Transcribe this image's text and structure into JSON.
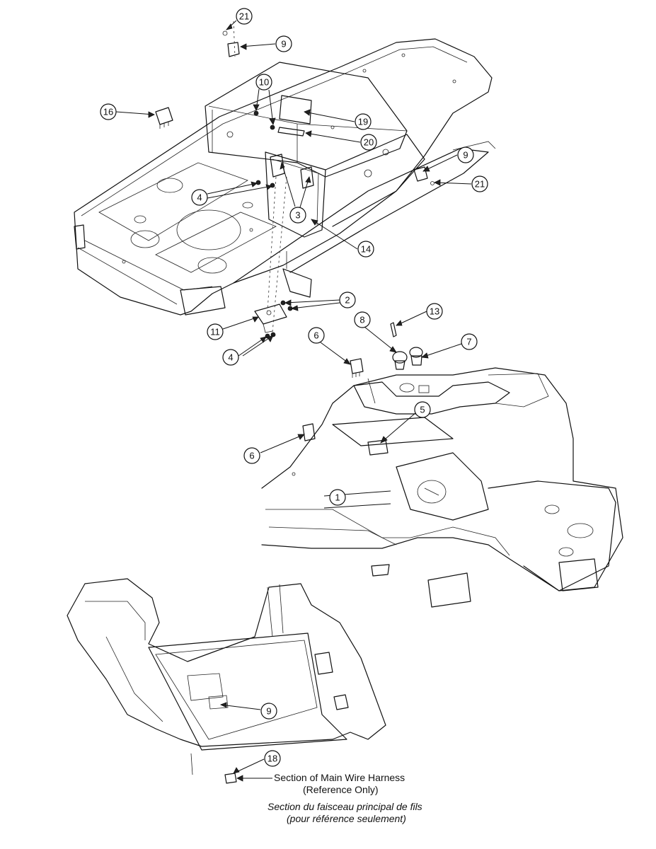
{
  "callouts": [
    {
      "id": "c21a",
      "label": "21"
    },
    {
      "id": "c9a",
      "label": "9"
    },
    {
      "id": "c10",
      "label": "10"
    },
    {
      "id": "c16",
      "label": "16"
    },
    {
      "id": "c19",
      "label": "19"
    },
    {
      "id": "c20",
      "label": "20"
    },
    {
      "id": "c9b",
      "label": "9"
    },
    {
      "id": "c21b",
      "label": "21"
    },
    {
      "id": "c4a",
      "label": "4"
    },
    {
      "id": "c3",
      "label": "3"
    },
    {
      "id": "c14",
      "label": "14"
    },
    {
      "id": "c2",
      "label": "2"
    },
    {
      "id": "c11",
      "label": "11"
    },
    {
      "id": "c4b",
      "label": "4"
    },
    {
      "id": "c8",
      "label": "8"
    },
    {
      "id": "c13",
      "label": "13"
    },
    {
      "id": "c6a",
      "label": "6"
    },
    {
      "id": "c7",
      "label": "7"
    },
    {
      "id": "c5",
      "label": "5"
    },
    {
      "id": "c6b",
      "label": "6"
    },
    {
      "id": "c1",
      "label": "1"
    },
    {
      "id": "c9c",
      "label": "9"
    },
    {
      "id": "c18",
      "label": "18"
    }
  ],
  "caption": {
    "en_line1": "Section of Main Wire Harness",
    "en_line2": "(Reference Only)",
    "fr_line1": "Section du faisceau principal de fils",
    "fr_line2": "(pour référence seulement)"
  }
}
